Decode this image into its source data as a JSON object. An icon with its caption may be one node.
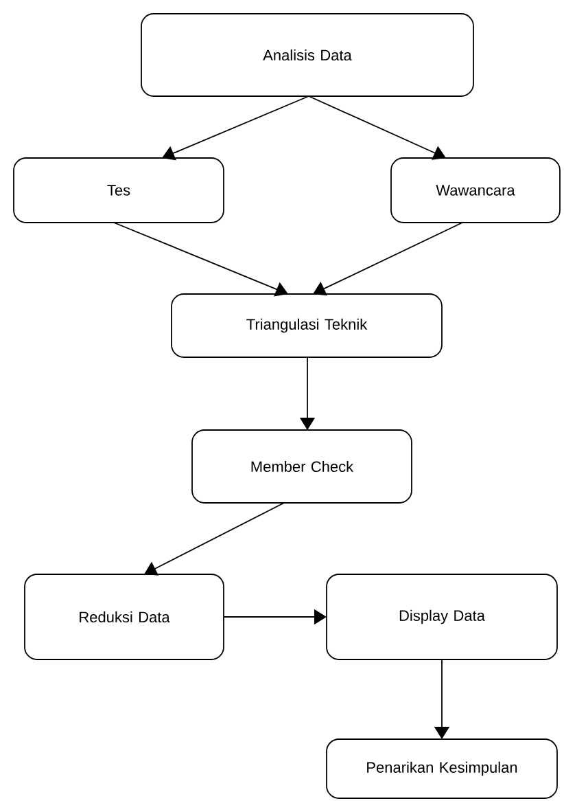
{
  "diagram": {
    "nodes": [
      {
        "text": [
          "Analisis Data"
        ]
      },
      {
        "text": [
          "Tes"
        ]
      },
      {
        "text": [
          "Wawancara"
        ]
      },
      {
        "text": [
          "Triangulasi Teknik"
        ]
      },
      {
        "text": [
          "Member Check"
        ]
      },
      {
        "text": [
          "Reduksi Data"
        ]
      },
      {
        "text": [
          "Display Data"
        ]
      },
      {
        "text": [
          "Penarikan Kesimpulan"
        ]
      }
    ],
    "edges": [
      {
        "from": 0,
        "to": 1,
        "arrow": "to"
      },
      {
        "from": 0,
        "to": 2,
        "arrow": "to"
      },
      {
        "from": 1,
        "to": 3,
        "arrow": "to"
      },
      {
        "from": 2,
        "to": 3,
        "arrow": "to"
      },
      {
        "from": 3,
        "to": 4,
        "arrow": "to"
      },
      {
        "from": 4,
        "to": 5,
        "arrow": "to"
      },
      {
        "from": 5,
        "to": 6,
        "arrow": "to"
      },
      {
        "from": 6,
        "to": 7,
        "arrow": "to"
      }
    ]
  }
}
